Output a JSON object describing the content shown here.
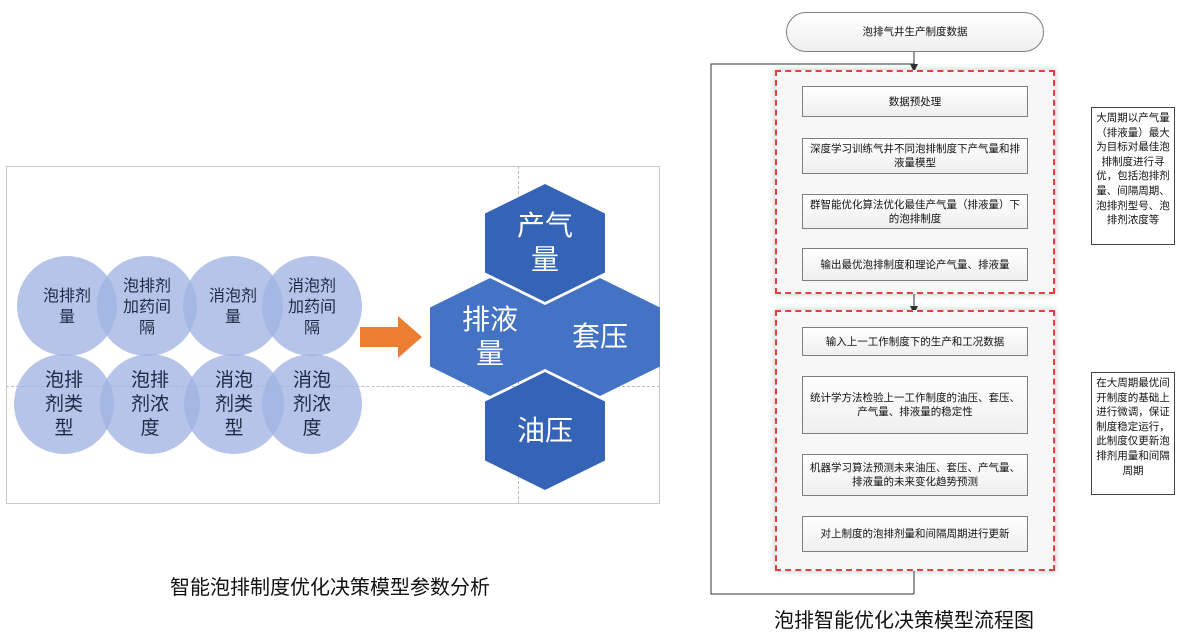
{
  "left_diagram": {
    "circles": [
      {
        "lines": [
          "泡排剂",
          "量"
        ]
      },
      {
        "lines": [
          "泡排剂",
          "加药间",
          "隔"
        ]
      },
      {
        "lines": [
          "消泡剂",
          "量"
        ]
      },
      {
        "lines": [
          "消泡剂",
          "加药间",
          "隔"
        ]
      },
      {
        "lines": [
          "泡排",
          "剂类",
          "型"
        ]
      },
      {
        "lines": [
          "泡排",
          "剂浓",
          "度"
        ]
      },
      {
        "lines": [
          "消泡",
          "剂类",
          "型"
        ]
      },
      {
        "lines": [
          "消泡",
          "剂浓",
          "度"
        ]
      }
    ],
    "hexagons": [
      {
        "lines": [
          "产气",
          "量"
        ]
      },
      {
        "lines": [
          "排液",
          "量"
        ]
      },
      {
        "lines": [
          "套压"
        ]
      },
      {
        "lines": [
          "油压"
        ]
      }
    ],
    "arrow_color": "#ed7d31",
    "caption": "智能泡排制度优化决策模型参数分析"
  },
  "flowchart": {
    "start": "泡排气井生产制度数据",
    "group1": [
      "数据预处理",
      "深度学习训练气井不同泡排制度下产气量和排液量模型",
      "群智能优化算法优化最佳产气量（排液量）下的泡排制度",
      "输出最优泡排制度和理论产气量、排液量"
    ],
    "group2": [
      "输入上一工作制度下的生产和工况数据",
      "统计学方法检验上一工作制度的油压、套压、产气量、排液量的稳定性",
      "机器学习算法预测未来油压、套压、产气量、排液量的未来变化趋势预测",
      "对上制度的泡排剂量和间隔周期进行更新"
    ],
    "note1": "大周期以产气量（排液量）最大为目标对最佳泡排制度进行寻优，包括泡排剂量、间隔周期、泡排剂型号、泡排剂浓度等",
    "note2": "在大周期最优间开制度的基础上进行微调，保证制度稳定运行，此制度仅更新泡排剂用量和间隔周期",
    "caption": "泡排智能优化决策模型流程图",
    "dash_color": "#e04040"
  }
}
